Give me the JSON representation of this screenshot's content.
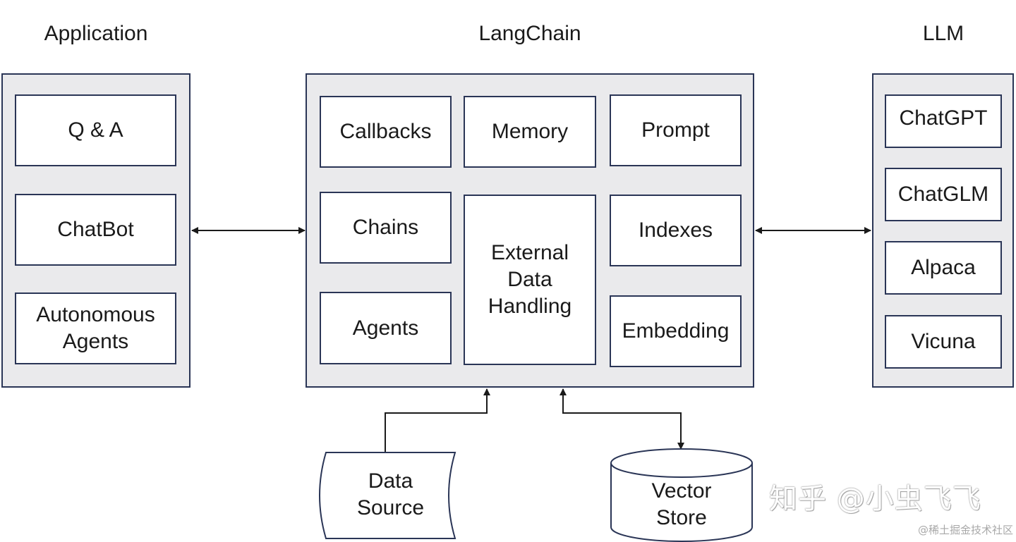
{
  "columns": {
    "application": {
      "title": "Application",
      "items": [
        "Q & A",
        "ChatBot",
        "Autonomous\nAgents"
      ]
    },
    "langchain": {
      "title": "LangChain",
      "items": {
        "callbacks": "Callbacks",
        "memory": "Memory",
        "prompt": "Prompt",
        "chains": "Chains",
        "external": "External\nData\nHandling",
        "indexes": "Indexes",
        "agents": "Agents",
        "embedding": "Embedding"
      }
    },
    "llm": {
      "title": "LLM",
      "items": [
        "ChatGPT",
        "ChatGLM",
        "Alpaca",
        "Vicuna"
      ]
    }
  },
  "external_sources": {
    "data_source": "Data\nSource",
    "vector_store": "Vector\nStore"
  },
  "watermark": {
    "main": "知乎 @小虫飞飞",
    "sub": "@稀土掘金技术社区"
  },
  "colors": {
    "border": "#2a3556",
    "panel_fill": "#eaeaec",
    "node_fill": "#ffffff",
    "arrow": "#1a1a1a"
  }
}
